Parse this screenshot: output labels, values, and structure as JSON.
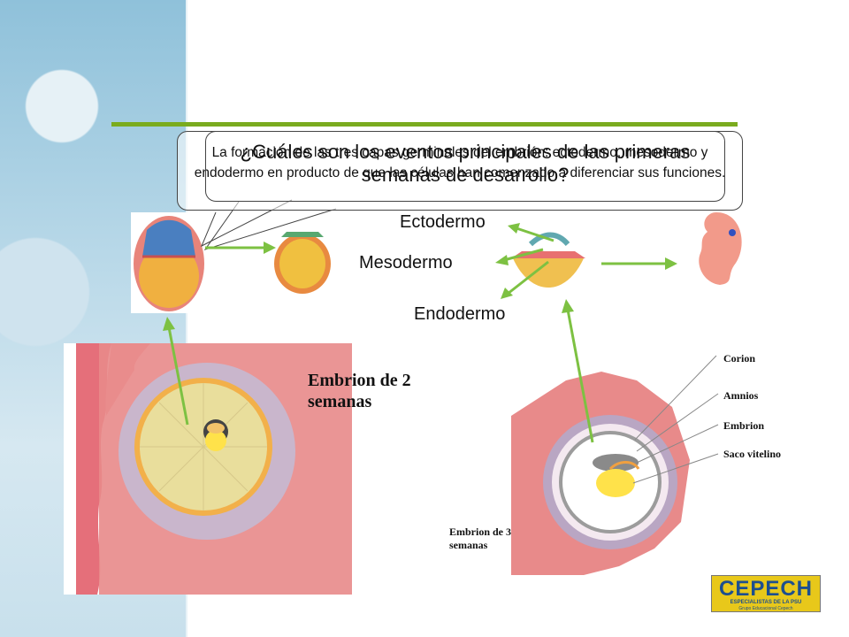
{
  "callouts": {
    "caption": "La formación de las tres capas germinales del embrión: ectodermo, mesodermo y endodermo en producto de que las células han comenzado a diferenciar sus funciones.",
    "question": "¿Cuáles son los eventos principales de las primeras semanas de desarrollo?"
  },
  "labels": {
    "ectoderm": "Ectodermo",
    "mesoderm": "Mesodermo",
    "endoderm": "Endodermo"
  },
  "panels": {
    "two_weeks_title": "Embrion de 2 semanas",
    "three_weeks_title": "Embrion de 3 semanas",
    "three_weeks_parts": [
      "Corion",
      "Amnios",
      "Embrion",
      "Saco vitelino"
    ]
  },
  "logo": {
    "name": "CEPECH",
    "tagline": "ESPECIALISTAS DE LA PSU",
    "group": "Grupo Educacional Cepech"
  },
  "colors": {
    "accent_green": "#7aab1e",
    "arrow_green": "#7dc142",
    "tissue_pink": "#e9807f",
    "yolk": "#f0c85a"
  }
}
